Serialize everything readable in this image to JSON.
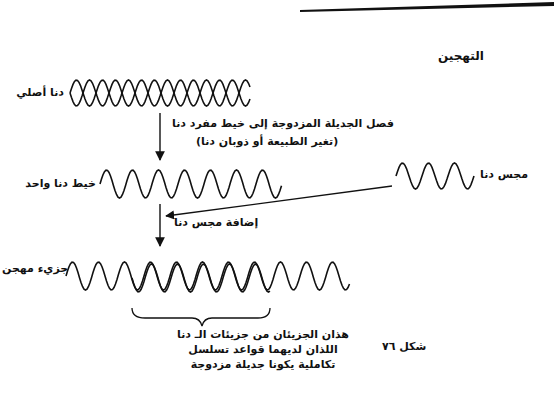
{
  "diagram": {
    "title": "التهجين",
    "caption": "شكل ٧٦",
    "labels": [
      "دنا أصلي",
      "فصل الجديلة المزدوجة إلى خيط مفرد دنا",
      "(تغير الطبيعة أو ذوبان دنا)",
      "خيط دنا واحد",
      "مجس دنا",
      "إضافة مجس دنا",
      "جزيء مهجن",
      "هذان الجزيئان من جزيئات الـ دنا اللذان لديهما قواعد تسلسل تكاملية يكونا جديلة مزدوجة"
    ]
  }
}
